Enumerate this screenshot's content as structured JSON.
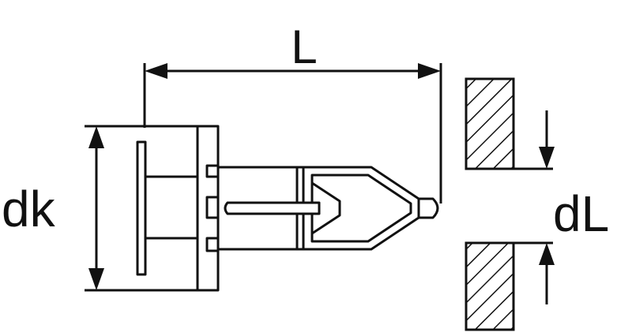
{
  "diagram": {
    "labels": {
      "length": "L",
      "head_diameter": "dk",
      "hole_diameter": "dL"
    },
    "colors": {
      "line": "#111111",
      "background": "#ffffff"
    }
  }
}
